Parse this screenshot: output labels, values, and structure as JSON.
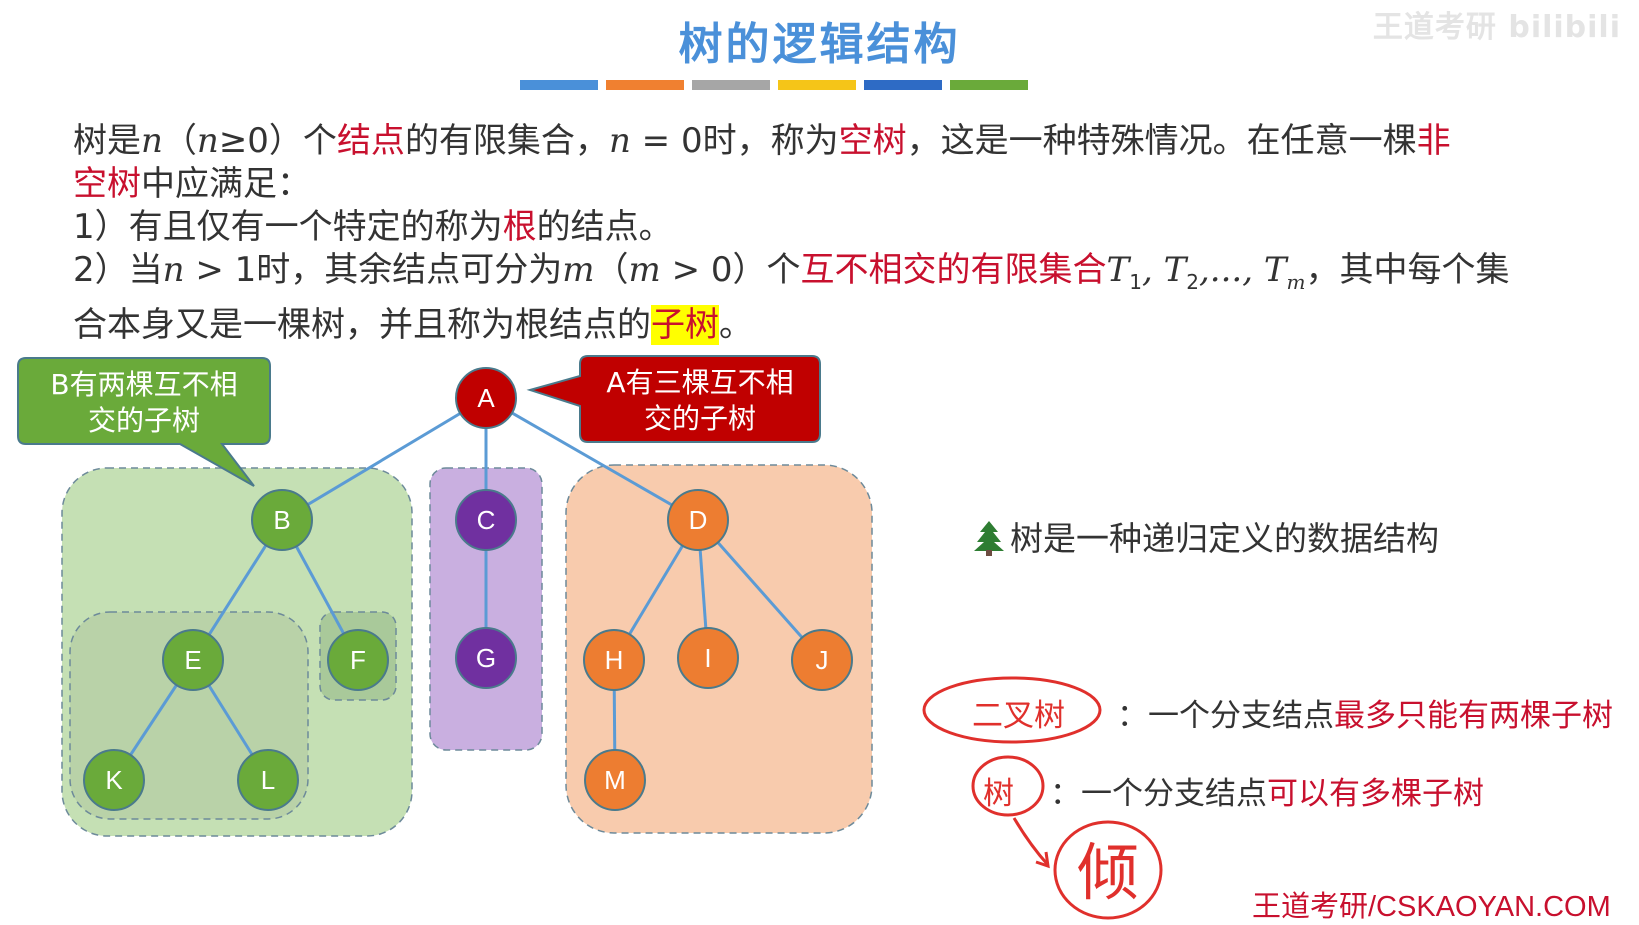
{
  "slide": {
    "title": "树的逻辑结构",
    "watermark": "王道考研 bilibili",
    "footer": "王道考研/CSKAOYAN.COM",
    "bar_colors": [
      "#4a90d9",
      "#f08030",
      "#a6a6a6",
      "#f5c518",
      "#2e6bc5",
      "#6aaa3a"
    ]
  },
  "definition": {
    "l1_a": "树是",
    "l1_n": "n",
    "l1_b": "（",
    "l1_n2": "n",
    "l1_c": "≥0）个",
    "l1_red1": "结点",
    "l1_d": "的有限集合，",
    "l1_n3": "n",
    "l1_e": " = 0时，称为",
    "l1_red2": "空树",
    "l1_f": "，这是一种特殊情况。在任意一棵",
    "l1_red3": "非",
    "l2_red": "空树",
    "l2_b": "中应满足：",
    "l3_a": "1）有且仅有一个特定的称为",
    "l3_red": "根",
    "l3_b": "的结点。",
    "l4_a": "2）当",
    "l4_n": "n",
    "l4_b": " > 1时，其余结点可分为",
    "l4_m": "m",
    "l4_c": "（",
    "l4_m2": "m",
    "l4_d": " > 0）个",
    "l4_red": "互不相交的有限集合",
    "l4_T1": "T",
    "l4_s1": "1",
    "l4_T2": ", T",
    "l4_s2": "2",
    "l4_dots": ",..., T",
    "l4_sm": "m",
    "l4_e": "，其中每个集",
    "l5_a": "合本身又是一棵树，并且称为根结点的",
    "l5_hl": "子树",
    "l5_b": "。"
  },
  "callouts": {
    "green_line1": "B有两棵互不相",
    "green_line2": "交的子树",
    "red_line1": "A有三棵互不相",
    "red_line2": "交的子树"
  },
  "nodes": [
    {
      "id": "A",
      "label": "A",
      "color": "#c00000"
    },
    {
      "id": "B",
      "label": "B",
      "color": "#6aaa3a"
    },
    {
      "id": "C",
      "label": "C",
      "color": "#7030a0"
    },
    {
      "id": "D",
      "label": "D",
      "color": "#ed7d31"
    },
    {
      "id": "E",
      "label": "E",
      "color": "#6aaa3a"
    },
    {
      "id": "F",
      "label": "F",
      "color": "#6aaa3a"
    },
    {
      "id": "G",
      "label": "G",
      "color": "#7030a0"
    },
    {
      "id": "H",
      "label": "H",
      "color": "#ed7d31"
    },
    {
      "id": "I",
      "label": "I",
      "color": "#ed7d31"
    },
    {
      "id": "J",
      "label": "J",
      "color": "#ed7d31"
    },
    {
      "id": "K",
      "label": "K",
      "color": "#6aaa3a"
    },
    {
      "id": "L",
      "label": "L",
      "color": "#6aaa3a"
    },
    {
      "id": "M",
      "label": "M",
      "color": "#ed7d31"
    }
  ],
  "edges": [
    [
      "A",
      "B"
    ],
    [
      "A",
      "C"
    ],
    [
      "A",
      "D"
    ],
    [
      "B",
      "E"
    ],
    [
      "B",
      "F"
    ],
    [
      "E",
      "K"
    ],
    [
      "E",
      "L"
    ],
    [
      "C",
      "G"
    ],
    [
      "D",
      "H"
    ],
    [
      "D",
      "I"
    ],
    [
      "D",
      "J"
    ],
    [
      "H",
      "M"
    ]
  ],
  "notes": {
    "recursive_icon": "tree-icon",
    "recursive": "树是一种递归定义的数据结构",
    "binary_label": "二叉树",
    "binary_a": "：一个分支结点",
    "binary_red": "最多只能有两棵子树",
    "tree_label": "树",
    "tree_a": "：一个分支结点",
    "tree_red": "可以有多棵子树",
    "handwriting": "倾"
  }
}
